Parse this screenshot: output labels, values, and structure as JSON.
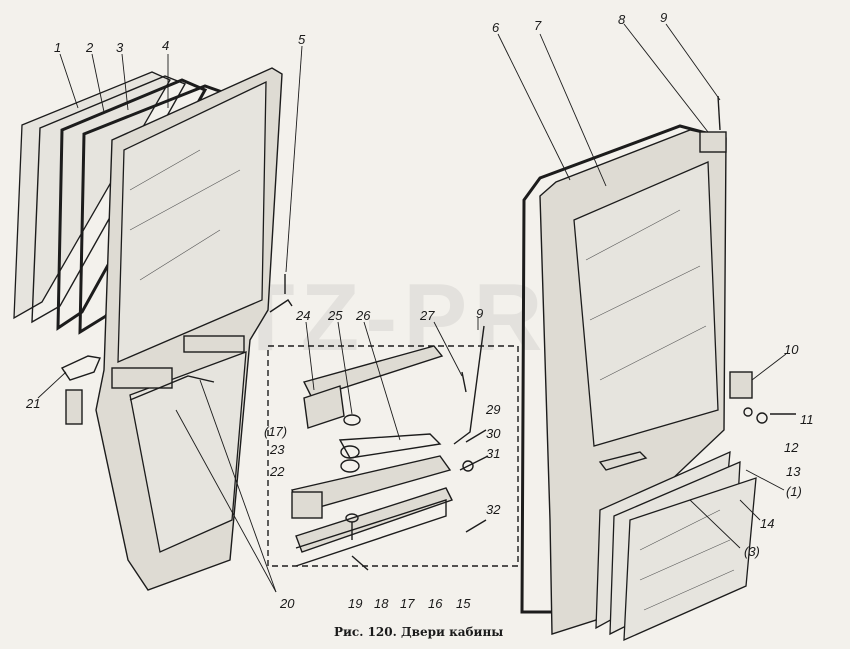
{
  "caption": "Рис. 120. Двери кабины",
  "watermark": "MTZ-PRO",
  "callouts": {
    "c1": "1",
    "c2": "2",
    "c3": "3",
    "c4": "4",
    "c5": "5",
    "c6": "6",
    "c7": "7",
    "c8": "8",
    "c9": "9",
    "c10": "10",
    "c11": "11",
    "c12": "12",
    "c13": "13",
    "c14": "14",
    "c15": "15",
    "c16": "16",
    "c17": "17",
    "c18": "18",
    "c19": "19",
    "c20": "20",
    "c21": "21",
    "c22": "22",
    "c23": "23",
    "c24": "24",
    "c25": "25",
    "c26": "26",
    "c27": "27",
    "c28": "9",
    "c29": "29",
    "c30": "30",
    "c31": "31",
    "c32": "32",
    "c33": "(17)",
    "c34": "(1)",
    "c35": "(3)"
  }
}
